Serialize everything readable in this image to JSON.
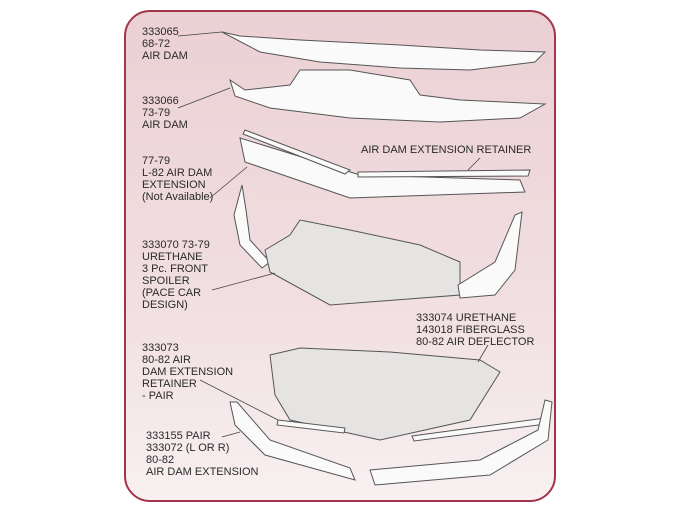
{
  "colors": {
    "border": "#a3344a",
    "panel_top": "#ebd0d4",
    "panel_bottom": "#f8f0f1"
  },
  "labels": {
    "p333065": [
      "333065",
      "68-72",
      "AIR DAM"
    ],
    "p333066": [
      "333066",
      "73-79",
      "AIR DAM"
    ],
    "p7779": [
      "77-79",
      "L-82 AIR DAM",
      "EXTENSION",
      "(Not Available)"
    ],
    "retainer": [
      "AIR DAM EXTENSION RETAINER"
    ],
    "p333070": [
      "333070  73-79",
      "URETHANE",
      "3 Pc. FRONT",
      "SPOILER",
      "(PACE CAR",
      "DESIGN)"
    ],
    "p333074": [
      "333074  URETHANE",
      "143018 FIBERGLASS",
      "80-82 AIR DEFLECTOR"
    ],
    "p333073": [
      "333073",
      "80-82 AIR",
      "DAM EXTENSION",
      "RETAINER",
      "- PAIR"
    ],
    "p333155": [
      "333155 PAIR",
      "333072 (L OR R)",
      "80-82",
      "AIR DAM EXTENSION"
    ]
  }
}
